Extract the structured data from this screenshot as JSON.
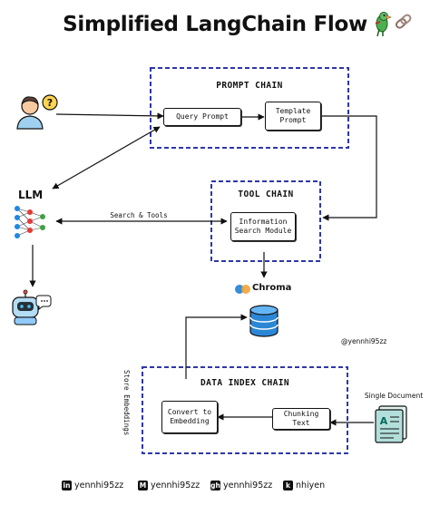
{
  "title": "Simplified LangChain Flow",
  "chains": {
    "prompt": {
      "title": "PROMPT CHAIN",
      "query_prompt": "Query Prompt",
      "template_prompt": "Template Prompt"
    },
    "tool": {
      "title": "TOOL CHAIN",
      "info_search": "Information Search Module"
    },
    "data_index": {
      "title": "DATA INDEX CHAIN",
      "convert": "Convert to Embedding",
      "chunking": "Chunking Text"
    }
  },
  "labels": {
    "llm": "LLM",
    "search_tools": "Search & Tools",
    "chroma": "Chroma",
    "store_embeddings": "Store Embeddings",
    "handle": "@yennhi95zz",
    "single_document": "Single Document"
  },
  "footer": [
    {
      "icon": "in",
      "text": "yennhi95zz"
    },
    {
      "icon": "M",
      "text": "yennhi95zz"
    },
    {
      "icon": "gh",
      "text": "yennhi95zz"
    },
    {
      "icon": "k",
      "text": "nhiyen"
    }
  ],
  "icons": [
    "parrot-icon",
    "link-icon",
    "user-question-icon",
    "neural-network-icon",
    "robot-chatbot-icon",
    "chroma-logo-icon",
    "database-icon",
    "document-icon"
  ],
  "colors": {
    "dashed_border": "#2d37a8",
    "chroma_blue": "#2b87d6",
    "chroma_orange": "#f2a33a",
    "line": "#111111"
  }
}
